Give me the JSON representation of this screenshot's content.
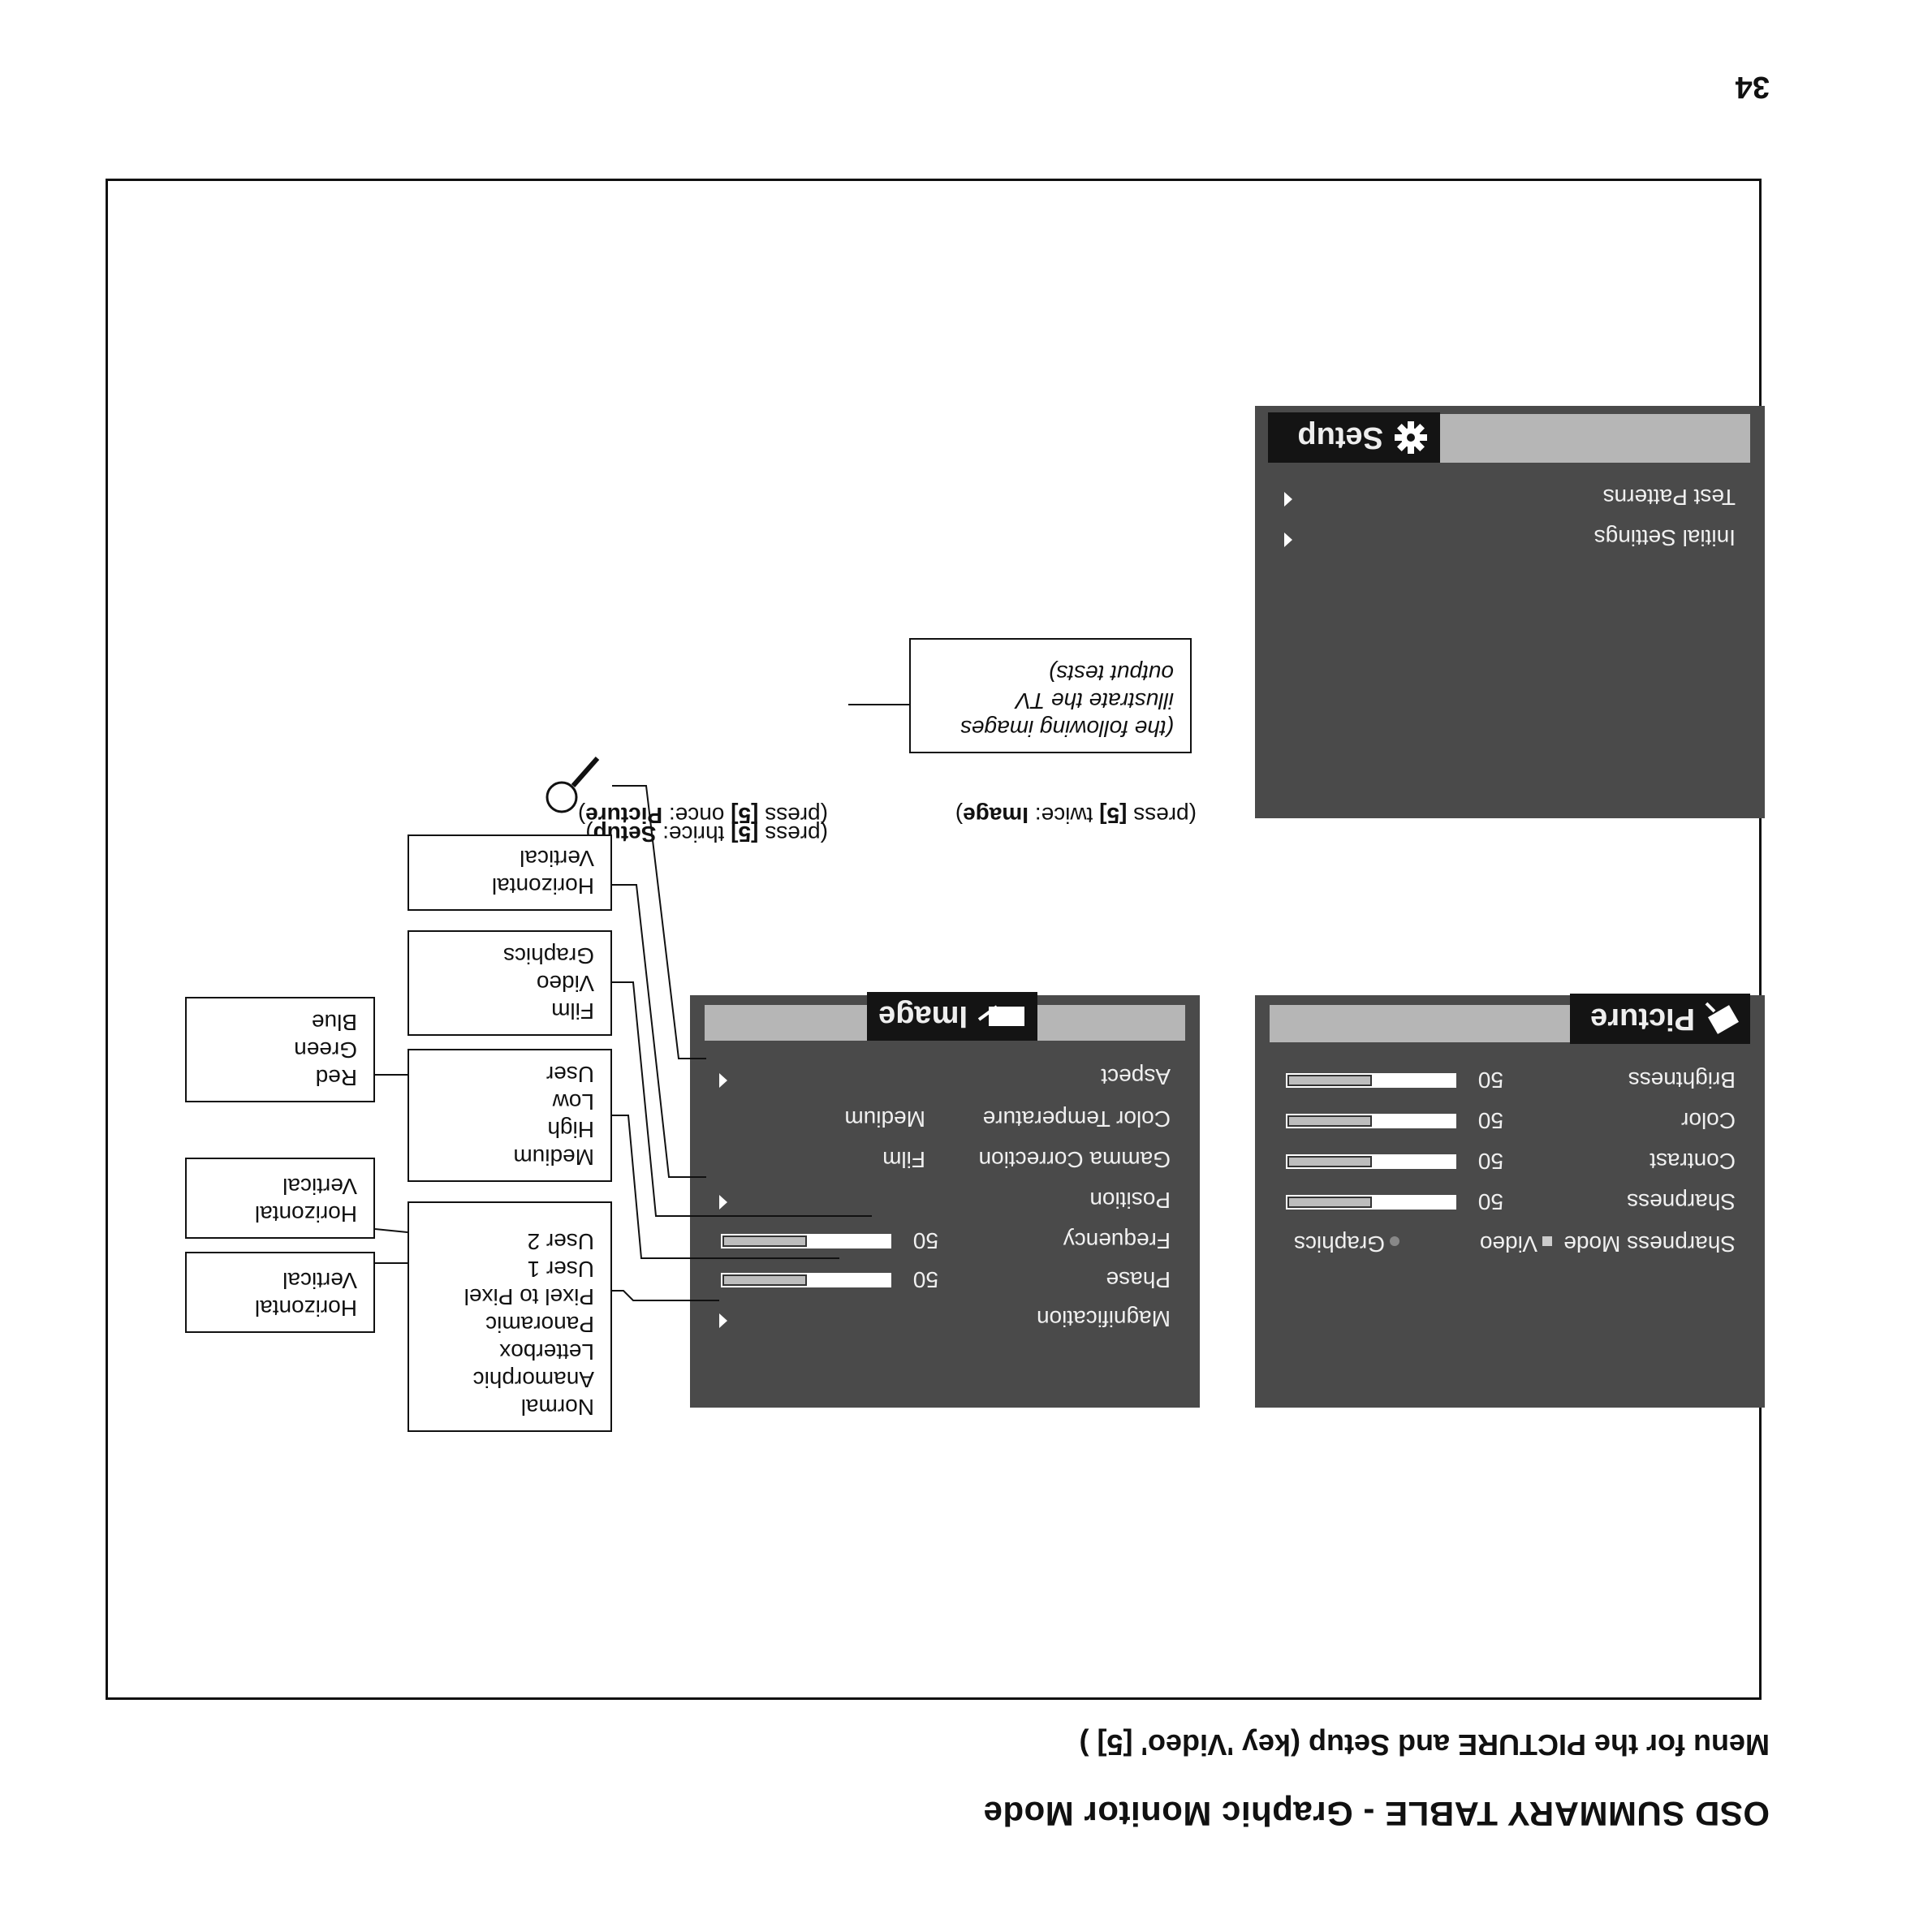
{
  "page_number": "34",
  "title": "OSD SUMMARY TABLE - Graphic Monitor Mode",
  "subtitle": "Menu for the PICTURE and Setup (key 'Video' [5] )",
  "captions": {
    "picture": {
      "pre": "(press ",
      "key": "[5]",
      "mid": " once: ",
      "menu": "Picture",
      "post": ")"
    },
    "image": {
      "pre": "(press ",
      "key": "[5]",
      "mid": " twice: ",
      "menu": "Image",
      "post": ")"
    },
    "setup": {
      "pre": "(press ",
      "key": "[5]",
      "mid": " thrice: ",
      "menu": "Setup",
      "post": ")"
    }
  },
  "picture_menu": {
    "tab": "Picture",
    "rows": [
      {
        "label": "Brightness",
        "value": "50",
        "level": 50
      },
      {
        "label": "Color",
        "value": "50",
        "level": 50
      },
      {
        "label": "Contrast",
        "value": "50",
        "level": 50
      },
      {
        "label": "Sharpness",
        "value": "50",
        "level": 50
      }
    ],
    "sharpness_mode": {
      "label": "Sharpness Mode",
      "opt1": "Video",
      "opt2": "Graphics"
    }
  },
  "image_menu": {
    "tab": "Image",
    "aspect": "Aspect",
    "color_temp": {
      "label": "Color Temperature",
      "value": "Medium"
    },
    "gamma": {
      "label": "Gamma Correction",
      "value": "Film"
    },
    "position": "Position",
    "frequency": {
      "label": "Frequency",
      "value": "50",
      "level": 50
    },
    "phase": {
      "label": "Phase",
      "value": "50",
      "level": 50
    },
    "magnification": "Magnification"
  },
  "setup_menu": {
    "tab": "Setup",
    "test_patterns": "Test Patterns",
    "initial_settings": "Initial Settings"
  },
  "setup_note": [
    "(the following images",
    "illustrate the TV",
    "output tests)"
  ],
  "aspect_options": [
    "Normal",
    "Anamorphic",
    "Letterbox",
    "Panoramic",
    "Pixel to Pixel",
    "User 1",
    "User 2"
  ],
  "user1_options": [
    "Horizontal",
    "Vertical"
  ],
  "user2_options": [
    "Horizontal",
    "Vertical"
  ],
  "color_temp_options": [
    "Medium",
    "High",
    "Low",
    "User"
  ],
  "user_color_options": [
    "Red",
    "Green",
    "Blue"
  ],
  "gamma_options": [
    "Film",
    "Video",
    "Graphics"
  ],
  "position_options": [
    "Horizontal",
    "Vertical"
  ],
  "magnification_icon": "magnifier-icon",
  "colors": {
    "panel": "#4a4a4a",
    "header": "#b6b6b6",
    "tab": "#141414"
  }
}
